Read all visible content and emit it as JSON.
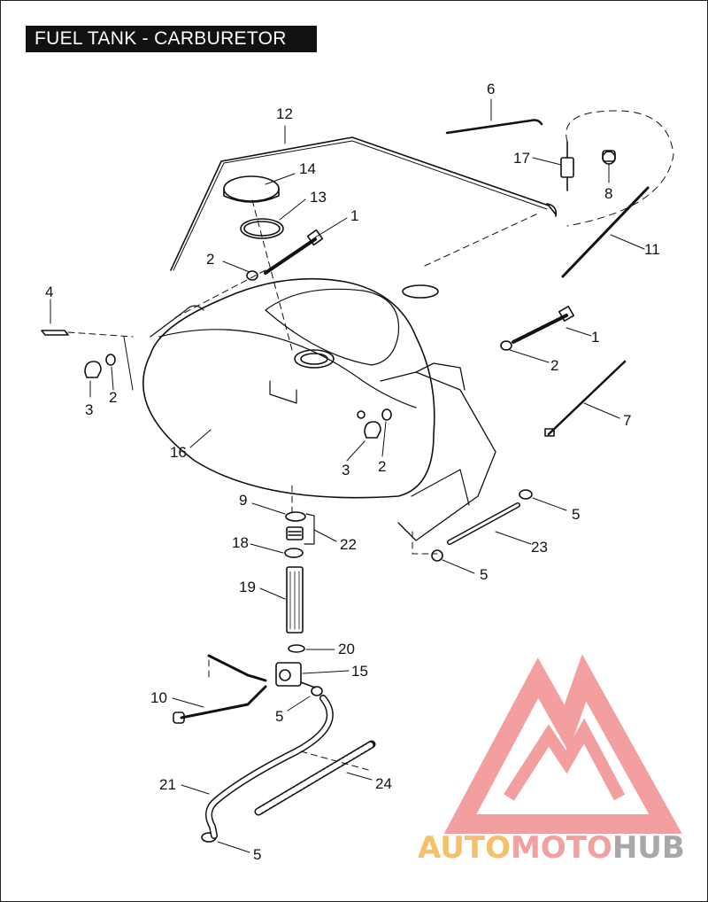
{
  "title": "FUEL TANK - CARBURETOR",
  "callouts": [
    {
      "id": "c12a",
      "text": "12"
    },
    {
      "id": "c6",
      "text": "6"
    },
    {
      "id": "c17",
      "text": "17"
    },
    {
      "id": "c8",
      "text": "8"
    },
    {
      "id": "c14",
      "text": "14"
    },
    {
      "id": "c13",
      "text": "13"
    },
    {
      "id": "c1a",
      "text": "1"
    },
    {
      "id": "c2a",
      "text": "2"
    },
    {
      "id": "c11",
      "text": "11"
    },
    {
      "id": "c4",
      "text": "4"
    },
    {
      "id": "c1b",
      "text": "1"
    },
    {
      "id": "c2b",
      "text": "2"
    },
    {
      "id": "c3a",
      "text": "3"
    },
    {
      "id": "c2c",
      "text": "2"
    },
    {
      "id": "c7",
      "text": "7"
    },
    {
      "id": "c16",
      "text": "16"
    },
    {
      "id": "c3b",
      "text": "3"
    },
    {
      "id": "c2d",
      "text": "2"
    },
    {
      "id": "c9",
      "text": "9"
    },
    {
      "id": "c5a",
      "text": "5"
    },
    {
      "id": "c22",
      "text": "22"
    },
    {
      "id": "c18",
      "text": "18"
    },
    {
      "id": "c23",
      "text": "23"
    },
    {
      "id": "c5b",
      "text": "5"
    },
    {
      "id": "c19",
      "text": "19"
    },
    {
      "id": "c20",
      "text": "20"
    },
    {
      "id": "c15",
      "text": "15"
    },
    {
      "id": "c10",
      "text": "10"
    },
    {
      "id": "c5c",
      "text": "5"
    },
    {
      "id": "c21",
      "text": "21"
    },
    {
      "id": "c24",
      "text": "24"
    },
    {
      "id": "c5d",
      "text": "5"
    }
  ],
  "watermark": {
    "part1": "AUTO",
    "part2": "MOTO",
    "part3": "HUB",
    "color1": "#f4c06a",
    "color2": "#f2a0a0",
    "color3": "#b0b0b0",
    "logo_color": "#f08080"
  }
}
